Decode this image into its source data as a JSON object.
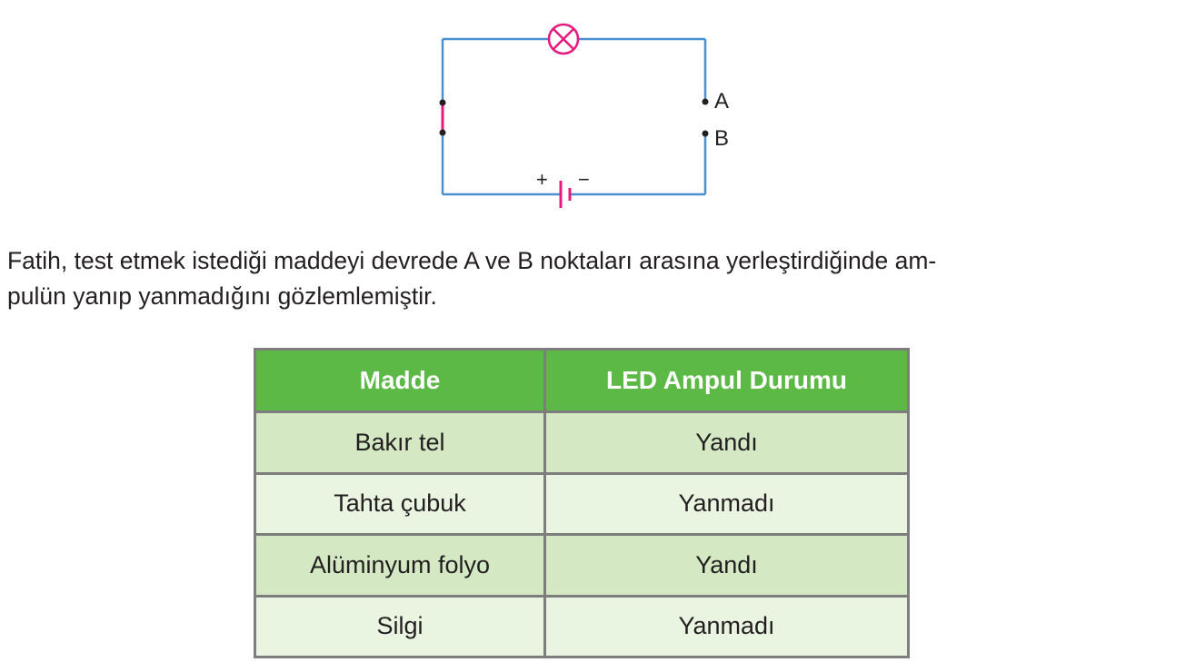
{
  "circuit": {
    "point_a_label": "A",
    "point_b_label": "B",
    "battery_plus": "+",
    "battery_minus": "−",
    "wire_color": "#4a8fd0",
    "accent_color": "#e5197e",
    "icons": [
      "lamp-icon",
      "switch-icon",
      "battery-icon"
    ]
  },
  "text": {
    "line1": "Fatih, test etmek istediği maddeyi devrede A ve B noktaları arasına yerleştirdiğinde am-",
    "line2": "pulün yanıp yanmadığını gözlemlemiştir."
  },
  "table": {
    "headers": [
      "Madde",
      "LED Ampul Durumu"
    ],
    "rows": [
      [
        "Bakır tel",
        "Yandı"
      ],
      [
        "Tahta çubuk",
        "Yanmadı"
      ],
      [
        "Alüminyum folyo",
        "Yandı"
      ],
      [
        "Silgi",
        "Yanmadı"
      ]
    ],
    "header_color": "#5cb946",
    "row_color_odd": "#d3e8c3",
    "row_color_even": "#e9f4e1"
  }
}
